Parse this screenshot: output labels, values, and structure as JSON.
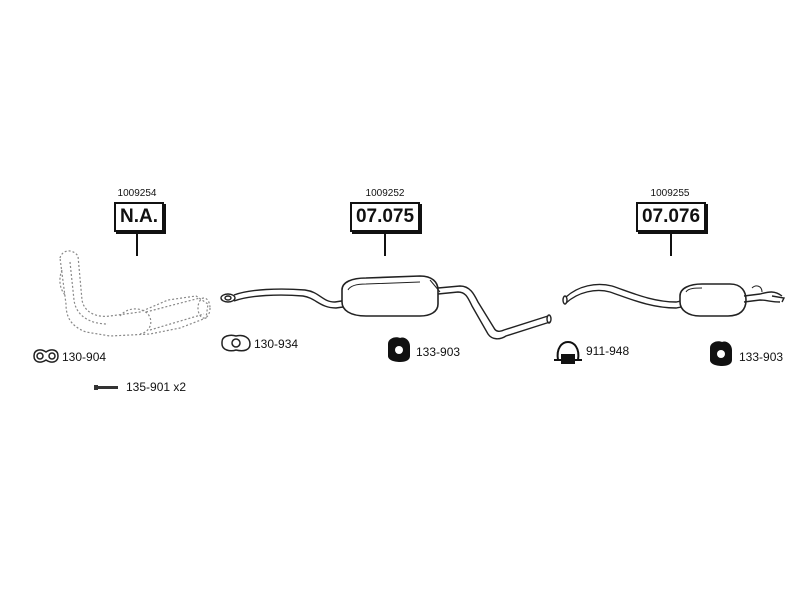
{
  "assemblies": [
    {
      "part_number": "1009254",
      "catalog_label": "N.A."
    },
    {
      "part_number": "1009252",
      "catalog_label": "07.075"
    },
    {
      "part_number": "1009255",
      "catalog_label": "07.076"
    }
  ],
  "accessories": [
    {
      "code": "130-904",
      "icon": "flange-gasket-icon"
    },
    {
      "code": "135-901 x2",
      "icon": "bolt-icon"
    },
    {
      "code": "130-934",
      "icon": "gasket-icon"
    },
    {
      "code": "133-903",
      "icon": "rubber-mount-icon"
    },
    {
      "code": "911-948",
      "icon": "pipe-clamp-icon"
    },
    {
      "code": "133-903",
      "icon": "rubber-mount-icon"
    }
  ]
}
